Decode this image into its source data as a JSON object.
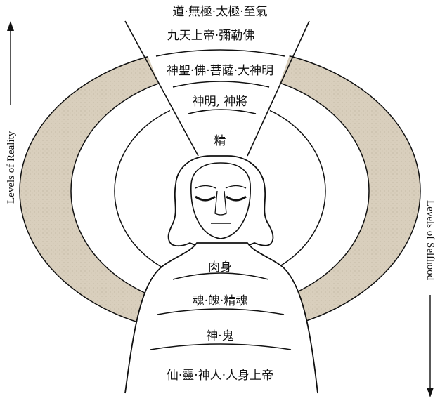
{
  "top_labels": {
    "line1": "道·無極·太極·至氣",
    "line2": "九天上帝·彌勒佛"
  },
  "ring_labels": {
    "ring_outer": "神聖·佛·菩薩·大神明",
    "ring_middle": "神明, 神將",
    "ring_inner": "精"
  },
  "body_labels": {
    "body_band1": "肉身",
    "body_band2": "魂·魄·精魂",
    "body_band3": "神·鬼",
    "body_bottom": "仙·靈·神人·人身上帝"
  },
  "side_labels": {
    "left": "Levels of Reality",
    "right": "Levels of Selfhood"
  },
  "colors": {
    "outer_ring_fill": "#d9cfbd",
    "line": "#111111",
    "background": "#ffffff"
  }
}
